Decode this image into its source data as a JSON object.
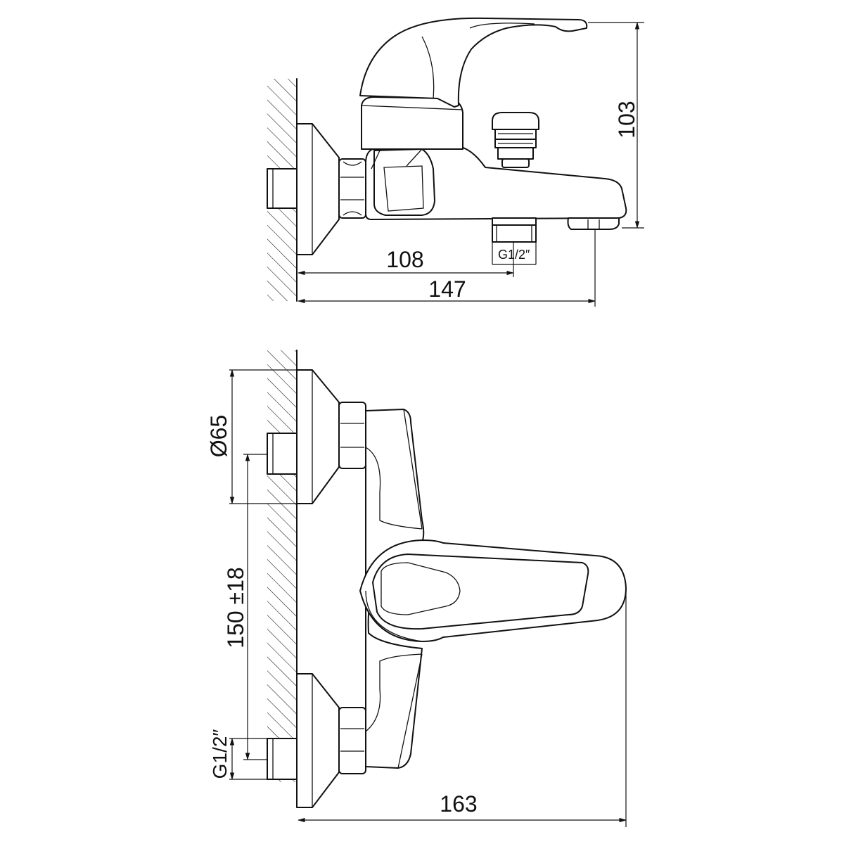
{
  "side_view": {
    "dim_height": "103",
    "dim_outlet": "108",
    "dim_depth": "147",
    "dim_thread": "G1/2″"
  },
  "front_view": {
    "dim_diameter": "Ø65",
    "dim_spacing": "150 ±18",
    "dim_thread": "G1/2″",
    "dim_width": "163"
  }
}
